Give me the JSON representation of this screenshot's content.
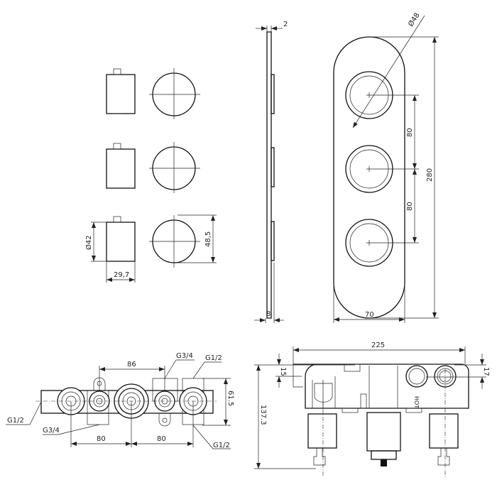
{
  "knob_views": {
    "diameter_label": "Ø42",
    "depth_label": "29,7",
    "height_label": "48,5"
  },
  "plate_side": {
    "thickness_top_label": "2",
    "thickness_bottom_label": "8"
  },
  "plate_front": {
    "hole_diameter_label": "Ø48",
    "spacing_1_label": "80",
    "spacing_2_label": "80",
    "height_label": "280",
    "width_label": "70"
  },
  "body_plan": {
    "center_spacing_label": "86",
    "left_spacing_label": "80",
    "right_spacing_label": "80",
    "depth_label": "61.5",
    "left_inlet_label": "G1/2",
    "bottom_outlet_label": "G3/4",
    "top_outlet_label": "G3/4",
    "top_right_label": "G1/2",
    "bottom_right_label": "G1/2"
  },
  "body_front": {
    "width_label": "225",
    "left_offset_label": "15",
    "right_offset_label": "17",
    "height_label": "137.3",
    "hot_label": "HOT"
  }
}
